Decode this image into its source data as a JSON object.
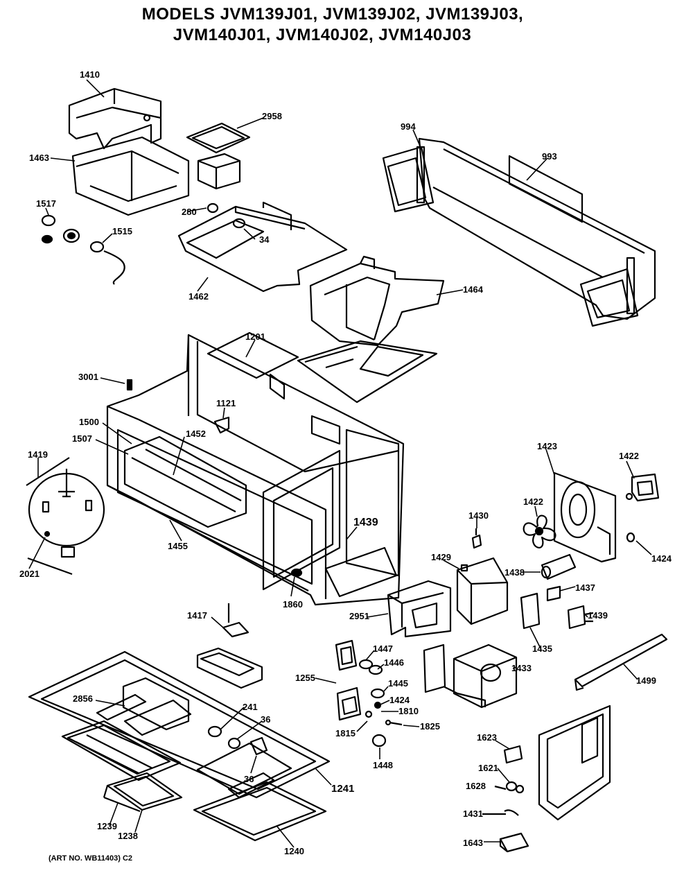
{
  "title": {
    "line1": "MODELS JVM139J01, JVM139J02, JVM139J03,",
    "line2": "JVM140J01, JVM140J02, JVM140J03"
  },
  "art_number": "(ART NO. WB11403) C2",
  "callouts": {
    "p1410": "1410",
    "p1463": "1463",
    "p2958": "2958",
    "p994": "994",
    "p993": "993",
    "p1517": "1517",
    "p1515": "1515",
    "p280": "280",
    "p34": "34",
    "p1462": "1462",
    "p1464": "1464",
    "p1201": "1201",
    "p3001": "3001",
    "p1121": "1121",
    "p1500": "1500",
    "p1507": "1507",
    "p1452": "1452",
    "p1419": "1419",
    "p2021": "2021",
    "p1455": "1455",
    "p1439a": "1439",
    "p1860": "1860",
    "p1423": "1423",
    "p1422a": "1422",
    "p1422b": "1422",
    "p1430": "1430",
    "p1424a": "1424",
    "p1429": "1429",
    "p1438": "1438",
    "p1437": "1437",
    "p1439b": "1439",
    "p1417": "1417",
    "p2951": "2951",
    "p1435": "1435",
    "p1447": "1447",
    "p1446": "1446",
    "p1255": "1255",
    "p1433": "1433",
    "p1499": "1499",
    "p2856": "2856",
    "p241": "241",
    "p36a": "36",
    "p1445": "1445",
    "p1424b": "1424",
    "p1810": "1810",
    "p1815": "1815",
    "p1825": "1825",
    "p1448": "1448",
    "p36b": "36",
    "p1623": "1623",
    "p1241": "1241",
    "p1621": "1621",
    "p1628": "1628",
    "p1431": "1431",
    "p1239": "1239",
    "p1238": "1238",
    "p1240": "1240",
    "p1643": "1643"
  }
}
